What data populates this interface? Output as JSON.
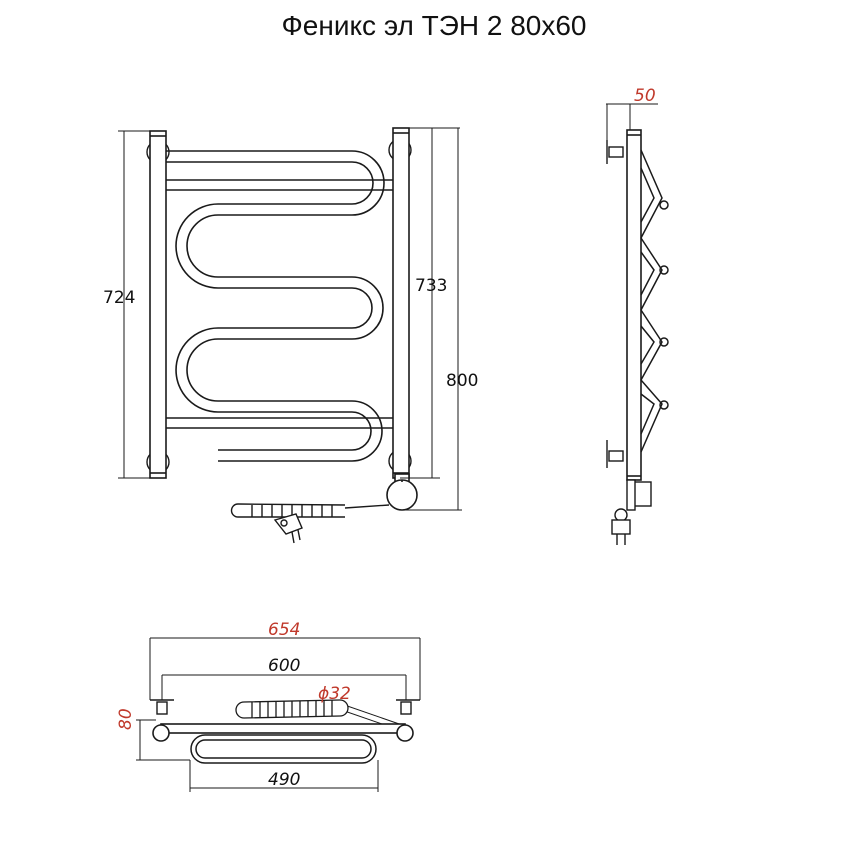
{
  "title": "Феникс эл ТЭН 2 80х60",
  "colors": {
    "line": "#1a1a1a",
    "dimension_accent": "#c0392b"
  },
  "front_view": {
    "dim_left_height": "724",
    "dim_inner_height": "733",
    "dim_total_height": "800"
  },
  "side_view": {
    "dim_depth": "50"
  },
  "top_view": {
    "dim_total_width": "654",
    "dim_axis_width": "600",
    "dim_diameter": "ϕ32",
    "dim_mount_depth": "80",
    "dim_coil_width": "490"
  }
}
